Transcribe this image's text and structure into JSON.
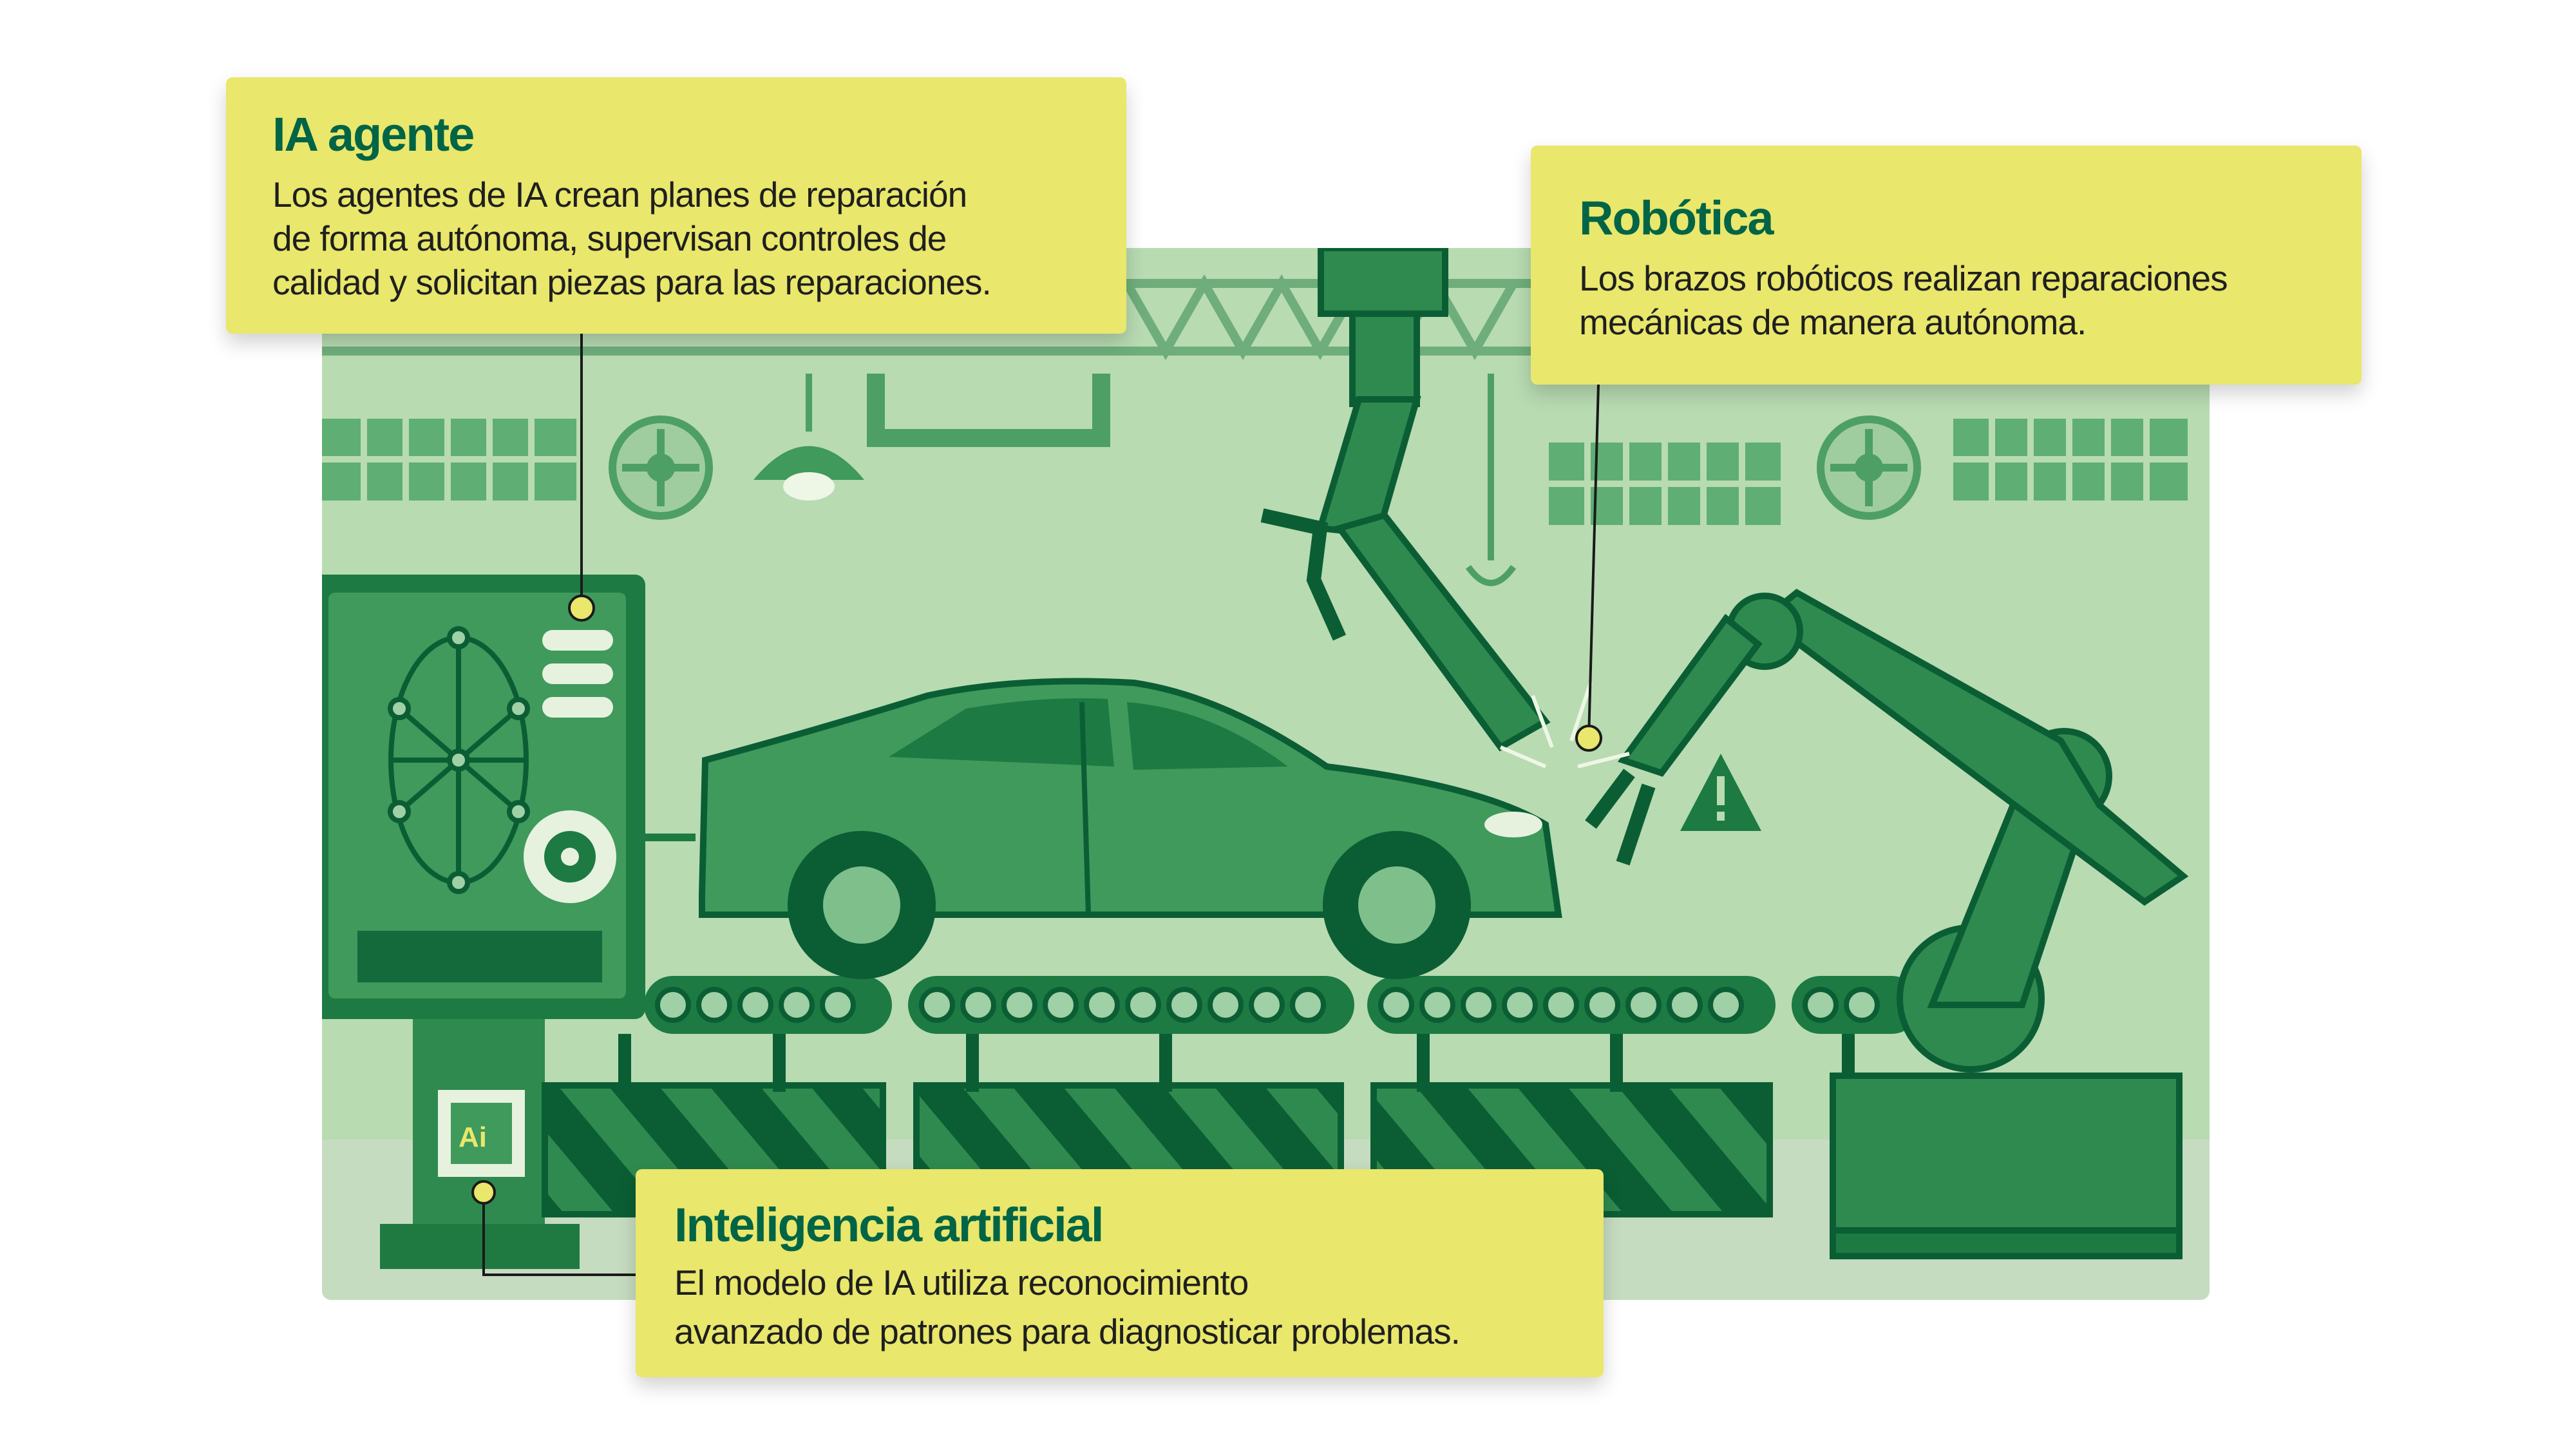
{
  "callouts": {
    "agent_ai": {
      "title": "IA agente",
      "body": "Los agentes de IA crean planes de reparación\nde forma autónoma, supervisan controles de\ncalidad y solicitan piezas para las reparaciones."
    },
    "robotics": {
      "title": "Robótica",
      "body": "Los brazos robóticos realizan reparaciones\nmecánicas de manera autónoma."
    },
    "artificial_intelligence": {
      "title": "Inteligencia artificial",
      "body": "El modelo de IA utiliza reconocimiento\navanzado de patrones para diagnosticar problemas."
    }
  },
  "chip_label": "Ai",
  "colors": {
    "callout_bg": "#e9e76c",
    "title": "#006446",
    "scene_bg": "#b8dbb2",
    "dark_green": "#0d7a42",
    "mid_green": "#3f9a5c",
    "marker": "#e9e76c"
  }
}
